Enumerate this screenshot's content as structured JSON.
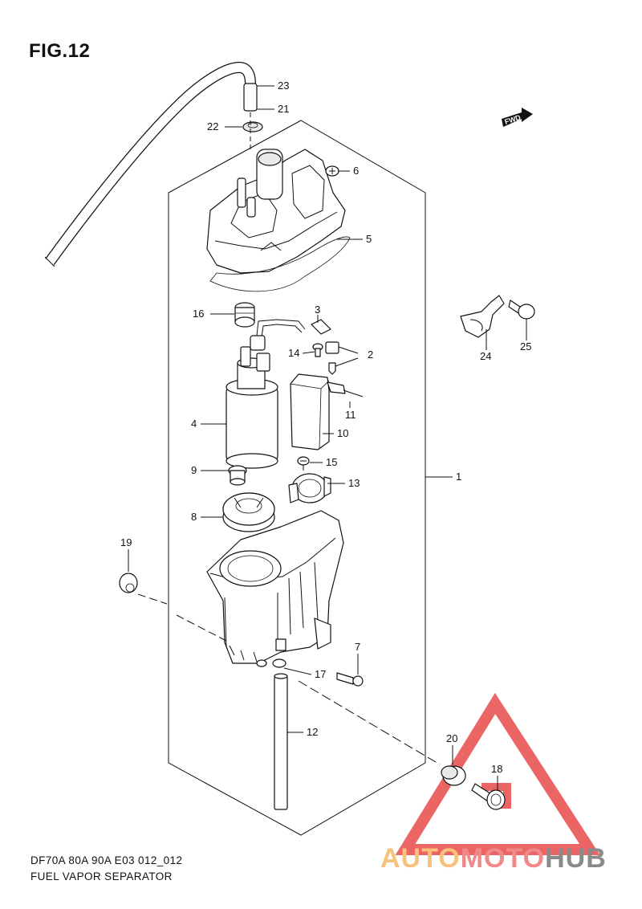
{
  "figure": {
    "title": "FIG.12",
    "footer_code": "DF70A 80A 90A E03 012_012",
    "footer_name": "FUEL VAPOR SEPARATOR",
    "fwd_label": "FWD"
  },
  "callouts": {
    "c1": "1",
    "c2": "2",
    "c3": "3",
    "c4": "4",
    "c5": "5",
    "c6": "6",
    "c7": "7",
    "c8": "8",
    "c9": "9",
    "c10": "10",
    "c11": "11",
    "c12": "12",
    "c13": "13",
    "c14": "14",
    "c15": "15",
    "c16": "16",
    "c17": "17",
    "c18": "18",
    "c19": "19",
    "c20": "20",
    "c21": "21",
    "c22": "22",
    "c23": "23",
    "c24": "24",
    "c25": "25"
  },
  "watermark": {
    "part1": "AUTO",
    "part2": "MOTO",
    "part3": "HUB",
    "colors": {
      "auto": "#f7c27c",
      "moto": "#f08a8a",
      "hub": "#8a8a8a",
      "triangle": "#e84b4b"
    }
  },
  "colors": {
    "line": "#111111",
    "background": "#ffffff"
  }
}
